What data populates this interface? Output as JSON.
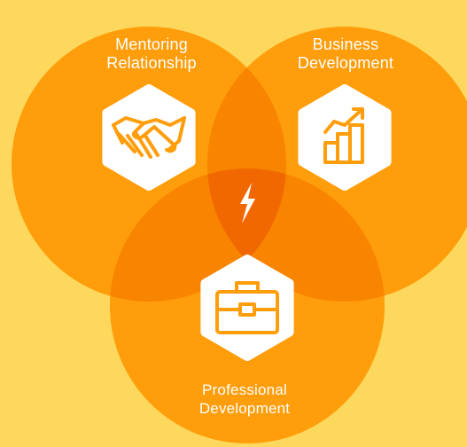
{
  "diagram": {
    "circles": [
      {
        "id": "mentoring",
        "label_line1": "Mentoring",
        "label_line2": "Relationship",
        "icon": "handshake-icon"
      },
      {
        "id": "business",
        "label_line1": "Business",
        "label_line2": "Development",
        "icon": "growth-chart-icon"
      },
      {
        "id": "professional",
        "label_line1": "Professional",
        "label_line2": "Development",
        "icon": "briefcase-icon"
      }
    ],
    "center_icon": "lightning-bolt-icon"
  },
  "colors": {
    "background": "#fdd85d",
    "circle_fill": "#ff9900",
    "overlap_fill": "#f78000",
    "center_fill": "#f26500",
    "icon_white": "#ffffff"
  }
}
